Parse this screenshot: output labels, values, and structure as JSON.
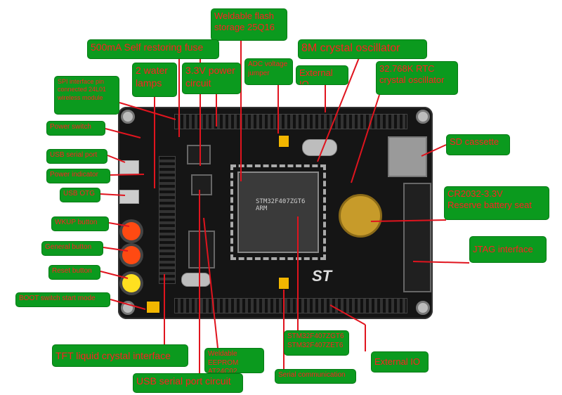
{
  "labels": {
    "weldable_flash": "Weldable flash\nstorage 25Q16",
    "fuse": "500mA Self restoring fuse",
    "water_lamps": "2 water\nlamps",
    "power_circuit": "3.3V power\ncircuit",
    "adc_voltage": "ADC voltage\njumper",
    "external_io_top": "External IO",
    "crystal_8m": "8M crystal oscillator",
    "rtc_crystal": "32.768K RTC\ncrystal oscillator",
    "spi_interface": "SPI interface pin\nconnected 24L01\nwireless module",
    "power_switch": "Power switch",
    "usb_serial_port": "USB serial port",
    "power_indicator": "Power indicator",
    "usb_otg": "USB OTG",
    "wkup_button": "WKUP button",
    "general_button": "General button",
    "reset_button": "Reset button",
    "boot_mode": "BOOT switch start mode",
    "sd_cassette": "SD cassette",
    "battery_seat": "CR2032-3.3V\nReserve battery seat",
    "jtag": "JTAG interface",
    "tft_lcd": "TFT liquid crystal interface",
    "usb_serial_circuit": "USB serial port circuit",
    "eeprom": "Weldable EEPROM\nAT24C02",
    "mcu": "STM32F407ZGT6\nSTM32F407ZET6",
    "serial_comm": "Serial communication",
    "external_io_bottom": "External IO"
  },
  "colors": {
    "label_bg": "#0b9a1e",
    "label_text": "#ff2020",
    "pointer_line": "#e0141e",
    "pcb": "#151515"
  },
  "board_silkscreen": {
    "chip_text": "STM32F407ZGT6\nARM",
    "logo": "ST"
  }
}
